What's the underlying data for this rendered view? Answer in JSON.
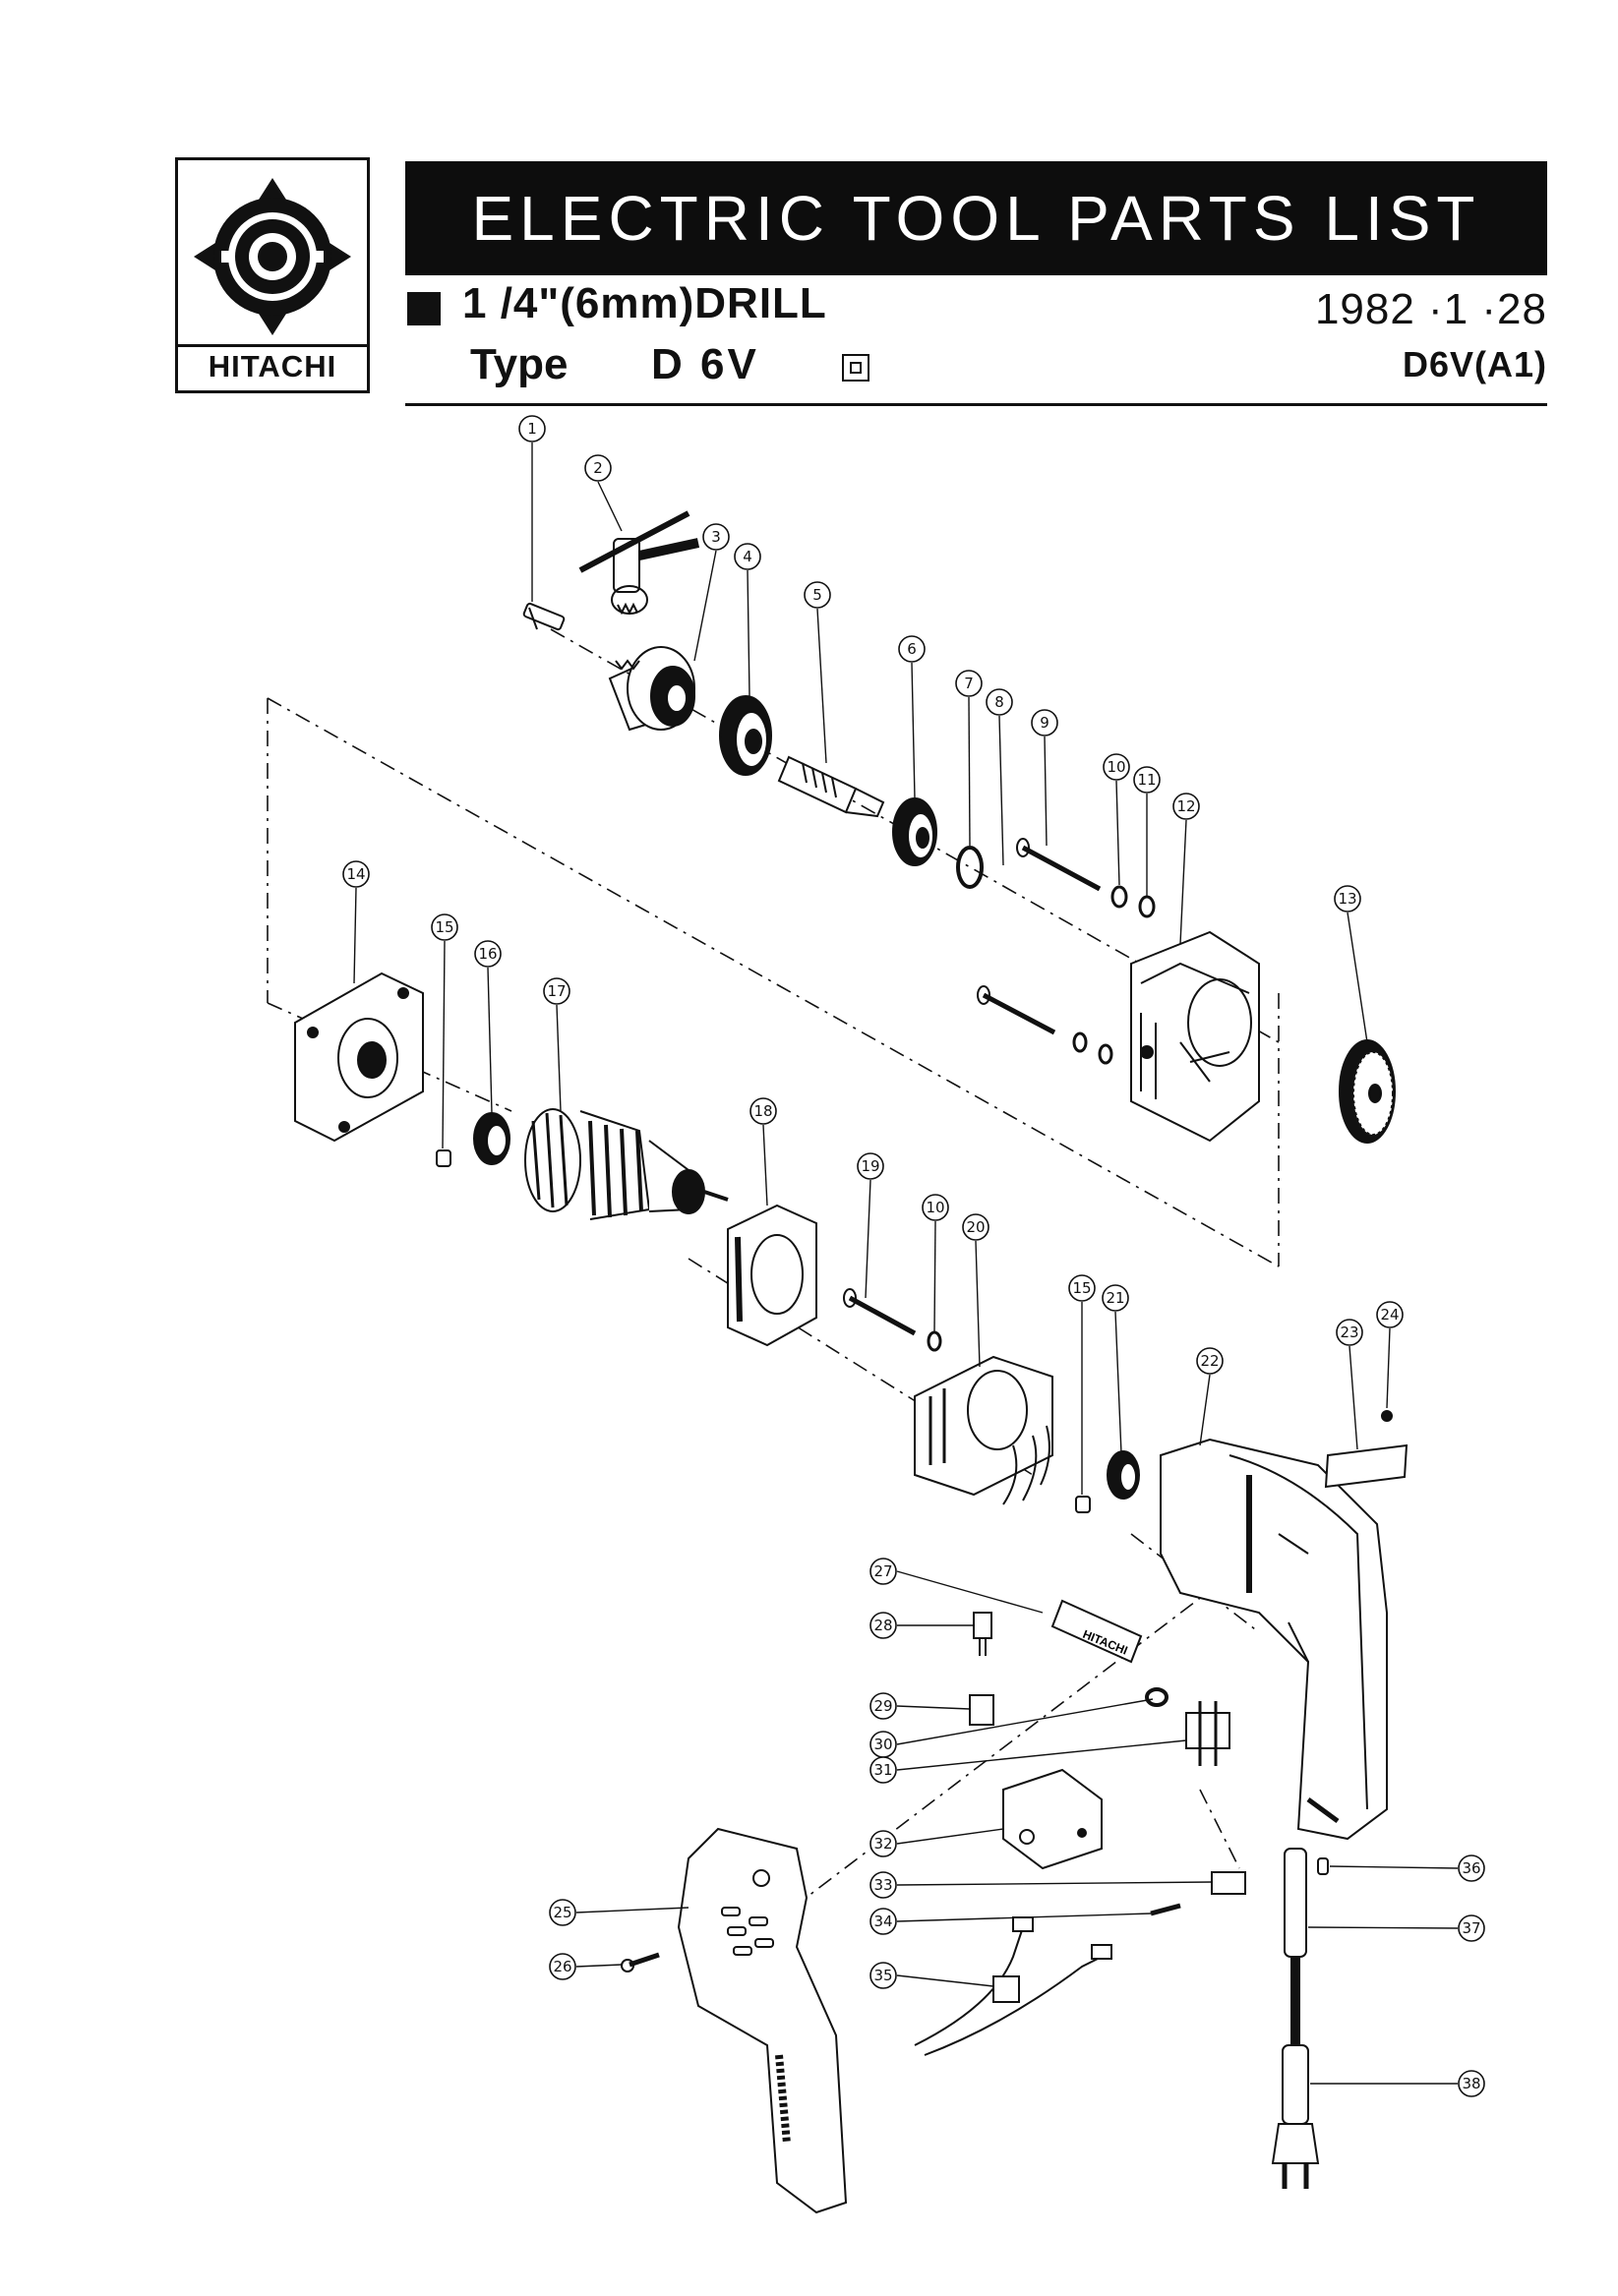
{
  "header": {
    "logo_text": "HITACHI",
    "title": "ELECTRIC TOOL PARTS LIST",
    "product": "1 /4\"(6mm)DRILL",
    "type_label": "Type",
    "model": "D 6V",
    "date": "1982 ·1 ·28",
    "code": "D6V(A1)"
  },
  "nameplate_text": "HITACHI",
  "colors": {
    "ink": "#111111",
    "paper": "#ffffff",
    "title_bar": "#0d0d0d"
  },
  "callouts": [
    "1",
    "2",
    "3",
    "4",
    "5",
    "6",
    "7",
    "8",
    "9",
    "10",
    "11",
    "12",
    "13",
    "14",
    "15",
    "16",
    "17",
    "18",
    "19",
    "10",
    "20",
    "15",
    "21",
    "22",
    "23",
    "24",
    "27",
    "28",
    "29",
    "30",
    "31",
    "32",
    "33",
    "34",
    "35",
    "25",
    "26",
    "36",
    "37",
    "38"
  ]
}
